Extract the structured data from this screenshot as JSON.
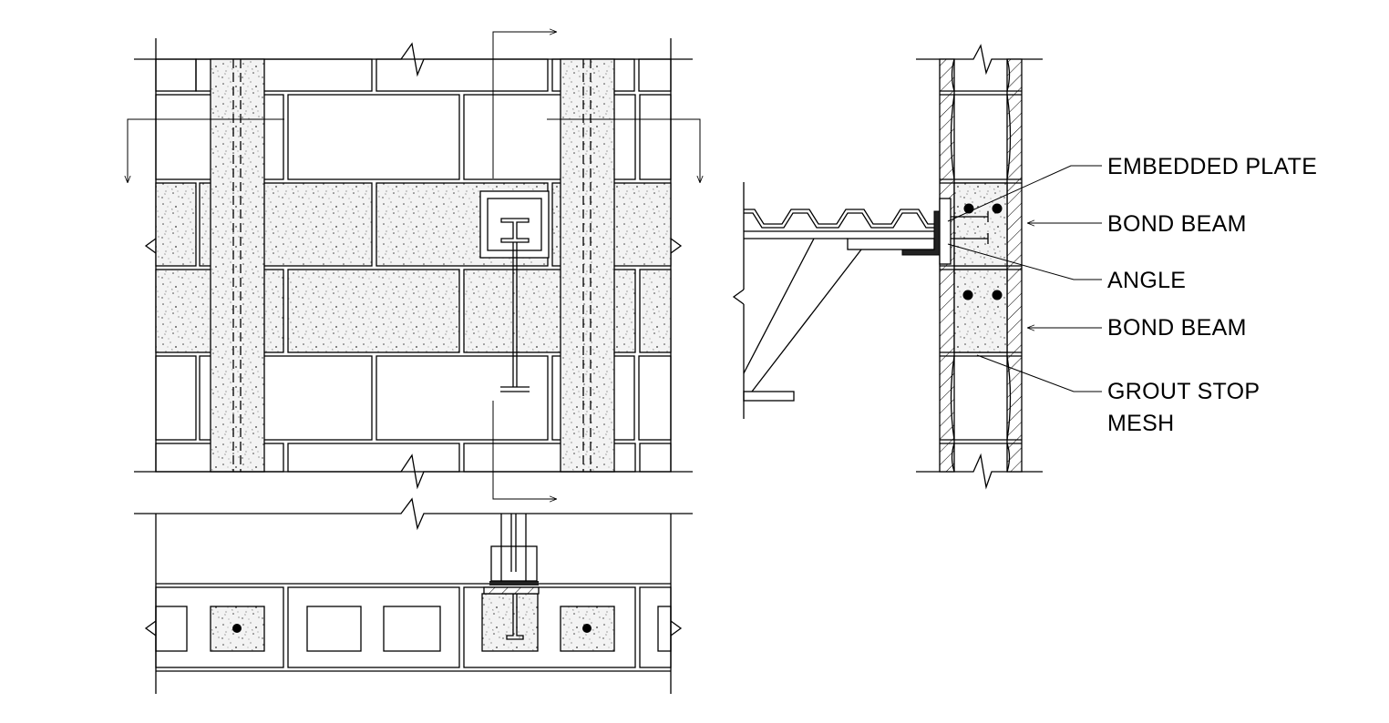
{
  "callouts": [
    {
      "id": "embedded-plate",
      "lines": [
        "EMBEDDED PLATE"
      ]
    },
    {
      "id": "bond-beam-upper",
      "lines": [
        "BOND BEAM"
      ]
    },
    {
      "id": "angle",
      "lines": [
        "ANGLE"
      ]
    },
    {
      "id": "bond-beam-lower",
      "lines": [
        "BOND BEAM"
      ]
    },
    {
      "id": "grout-stop-mesh",
      "lines": [
        "GROUT STOP",
        "MESH"
      ]
    }
  ],
  "colors": {
    "line": "#000000",
    "background": "#ffffff",
    "grout_speckle": "#555555"
  }
}
